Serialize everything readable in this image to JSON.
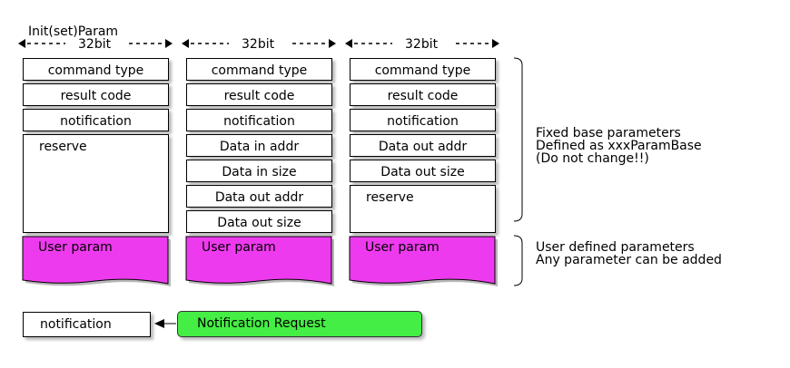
{
  "title": "Init(set)Param",
  "bit_width_label": "32bit",
  "columns": [
    {
      "fixed": [
        "command type",
        "result code",
        "notification",
        "reserve"
      ],
      "user": "User param"
    },
    {
      "fixed": [
        "command type",
        "result code",
        "notification",
        "Data in addr",
        "Data in size",
        "Data out addr",
        "Data out size"
      ],
      "user": "User param"
    },
    {
      "fixed": [
        "command type",
        "result code",
        "notification",
        "Data out addr",
        "Data out size",
        "reserve"
      ],
      "user": "User param"
    }
  ],
  "notes": {
    "fixed": [
      "Fixed base parameters",
      "Defined as xxxParamBase",
      "(Do not change!!)"
    ],
    "user": [
      "User defined parameters",
      "Any parameter can be added"
    ]
  },
  "notification_box": "notification",
  "notification_request": "Notification Request",
  "colors": {
    "user_param_fill": "#ee3aee",
    "notification_request_fill": "#44ee44",
    "box_fill": "#ffffff",
    "line": "#000000"
  }
}
